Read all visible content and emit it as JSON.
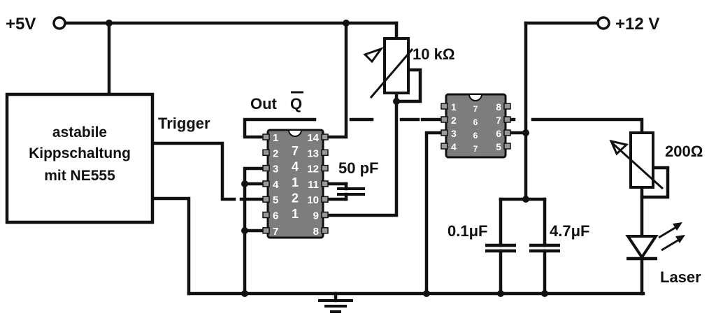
{
  "supply": {
    "v5": "+5V",
    "v12": "+12 V"
  },
  "astable_block": {
    "line1": "astabile",
    "line2": "Kippschaltung",
    "line3": "mit NE555"
  },
  "labels": {
    "trigger": "Trigger",
    "out": "Out",
    "qbar": "Q",
    "pot1": "10 kΩ",
    "cap_50pf": "50 pF",
    "pot2": "200Ω",
    "cap1": "0.1μF",
    "cap2": "4.7μF",
    "laser": "Laser"
  },
  "ic1": {
    "left_pins": [
      "1",
      "2",
      "3",
      "4",
      "5",
      "6",
      "7"
    ],
    "right_pins": [
      "14",
      "13",
      "12",
      "11",
      "10",
      "9",
      "8"
    ],
    "center_digits": [
      "7",
      "4",
      "1",
      "2",
      "1"
    ]
  },
  "ic2": {
    "left_pins": [
      "1",
      "2",
      "3",
      "4"
    ],
    "right_pins": [
      "8",
      "7",
      "6",
      "5"
    ],
    "center_digits": [
      "7",
      "6",
      "6",
      "7"
    ]
  }
}
